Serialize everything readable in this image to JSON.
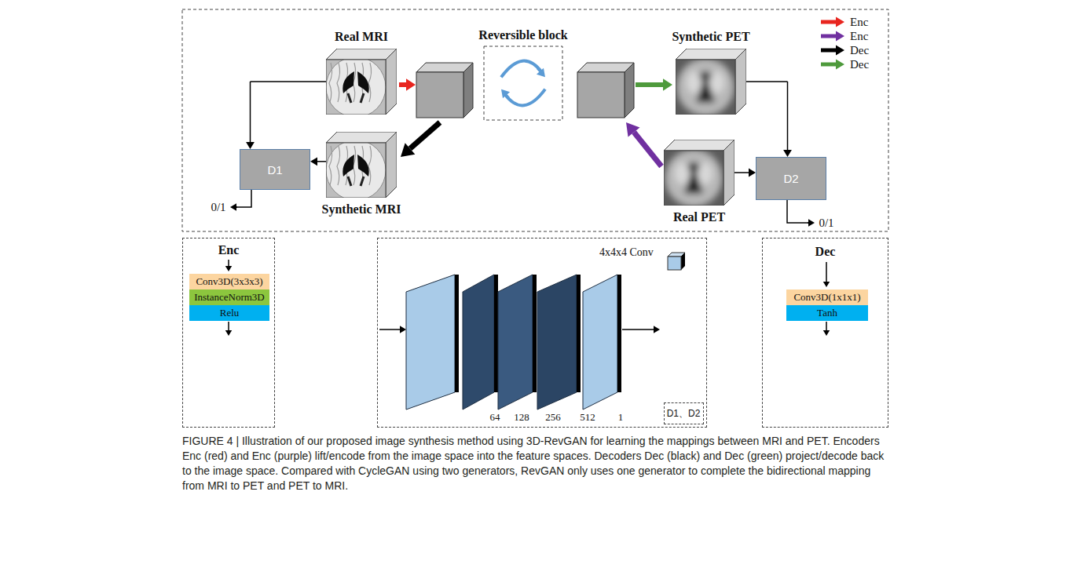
{
  "diagram": {
    "caption": "FIGURE 4 | Illustration of our proposed image synthesis method using 3D-RevGAN for learning the mappings between MRI and PET. Encoders Enc (red) and Enc (purple) lift/encode from the image space into the feature spaces. Decoders Dec (black) and Dec (green) project/decode back to the image space. Compared with CycleGAN using two generators, RevGAN only uses one generator to complete the bidirectional mapping from MRI to PET and PET to MRI.",
    "nodes": [
      {
        "text": [
          "Real MRI"
        ]
      },
      {
        "text": [
          "Reversible block"
        ]
      },
      {
        "text": [
          "Synthetic PET"
        ]
      },
      {
        "text": [
          "D1"
        ]
      },
      {
        "text": [
          "Synthetic MRI"
        ]
      },
      {
        "text": [
          "Real PET"
        ]
      },
      {
        "text": [
          "D2"
        ]
      },
      {
        "text": [
          "Enc"
        ]
      },
      {
        "text": [
          "Conv3D(3x3x3)"
        ],
        "in": 7
      },
      {
        "text": [
          "InstanceNorm3D"
        ],
        "in": 7
      },
      {
        "text": [
          "Relu"
        ],
        "in": 7
      },
      {
        "text": [
          "4x4x4 Conv"
        ]
      },
      {
        "text": [
          "D1、D2"
        ],
        "in": 11
      },
      {
        "text": [
          "Dec"
        ]
      },
      {
        "text": [
          "Conv3D(1x1x1)"
        ],
        "in": 13
      },
      {
        "text": [
          "Tanh"
        ],
        "in": 13
      }
    ],
    "edges": [
      {
        "from": 0,
        "to": 3,
        "arrow": "to"
      },
      {
        "from": 4,
        "to": 3,
        "arrow": "to"
      },
      {
        "from": 2,
        "to": 6,
        "arrow": "to"
      },
      {
        "from": 5,
        "to": 6,
        "arrow": "to"
      }
    ],
    "labels": [
      "0/1",
      "0/1",
      "64",
      "128",
      "256",
      "512",
      "1"
    ],
    "legend": [
      {
        "text": "Enc",
        "color": "#e8251f"
      },
      {
        "text": "Enc",
        "color": "#7030a0"
      },
      {
        "text": "Dec",
        "color": "#000000"
      },
      {
        "text": "Dec",
        "color": "#4e9a3c"
      }
    ]
  }
}
